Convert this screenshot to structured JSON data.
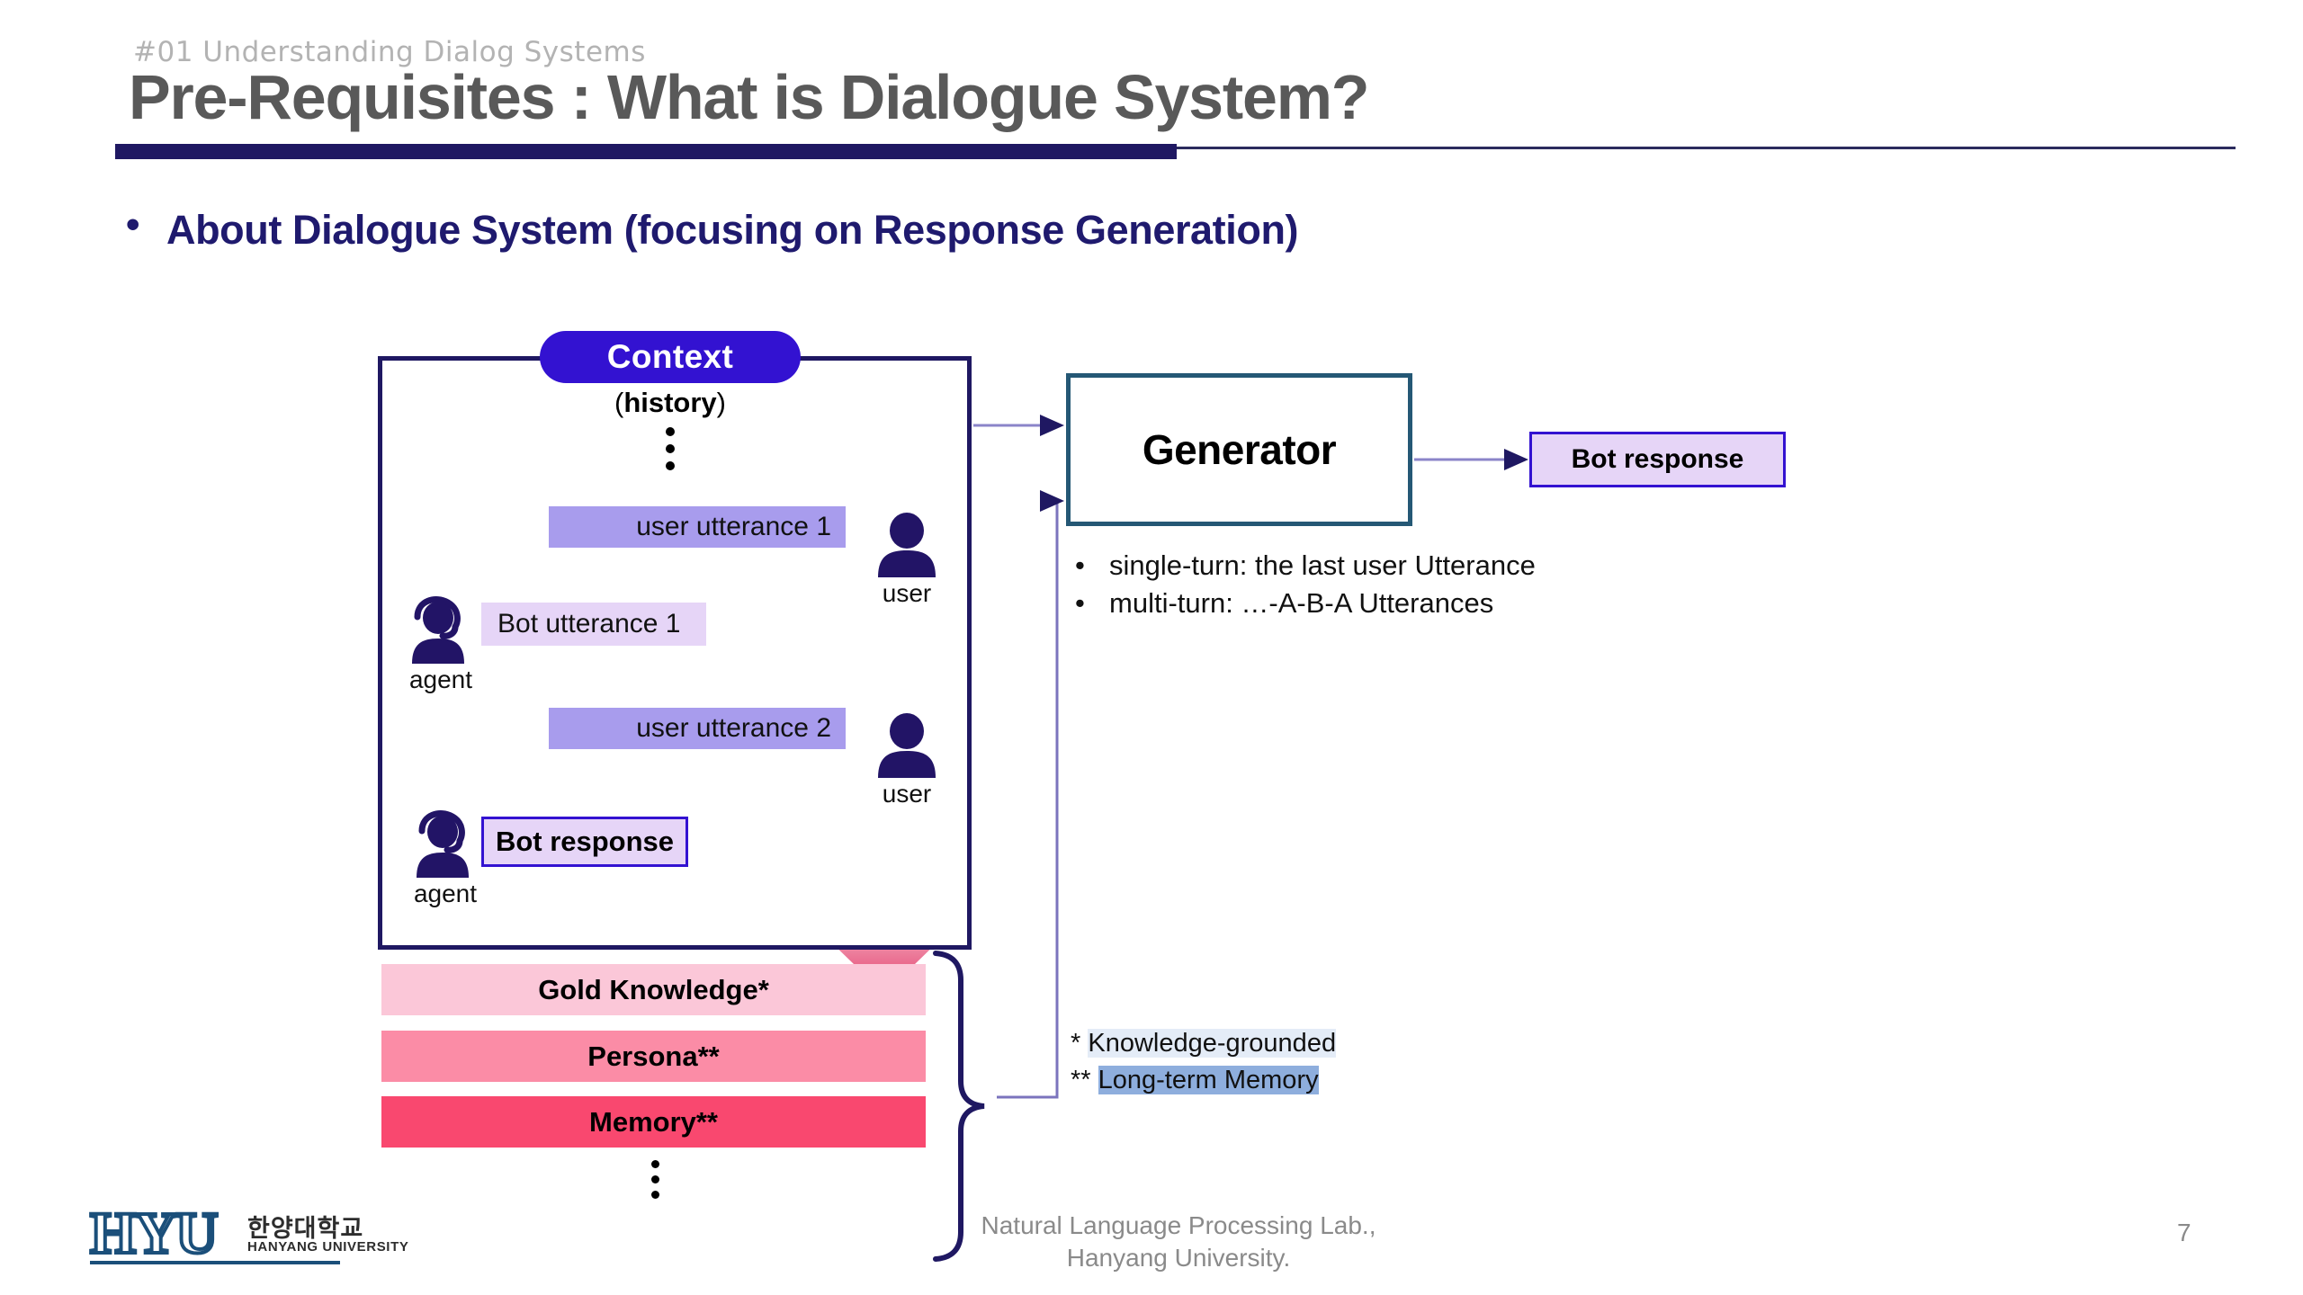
{
  "header": {
    "kicker": "#01 Understanding Dialog Systems",
    "title": "Pre-Requisites : What is Dialogue System?",
    "accent_navy": "#1f1862",
    "title_gray": "#595959"
  },
  "section": {
    "bullet_glyph": "•",
    "heading": "About Dialogue System (focusing on Response Generation)",
    "heading_color": "#1f1a6e"
  },
  "context": {
    "pill_label": "Context",
    "pill_color": "#3312d1",
    "subtitle_open": "(",
    "subtitle": "history",
    "subtitle_close": ")",
    "dots": [
      "•",
      "•",
      "•"
    ],
    "turns": [
      {
        "speaker": "user",
        "text": "user utterance 1",
        "bubble_color": "#a89ced"
      },
      {
        "speaker": "agent",
        "text": "Bot utterance 1",
        "bubble_color": "#e6d5f7"
      },
      {
        "speaker": "user",
        "text": "user utterance 2",
        "bubble_color": "#a89ced"
      },
      {
        "speaker": "agent",
        "text": "Bot response",
        "bubble_color": "#e6d5f7"
      }
    ],
    "user_caption": "user",
    "agent_caption": "agent",
    "avatar_color": "#221466"
  },
  "generator": {
    "label": "Generator",
    "border_color": "#255875",
    "output_label": "Bot response",
    "output_bg": "#e6d5f7",
    "output_border": "#3312d1",
    "notes": [
      {
        "dot": "•",
        "text": "single-turn: the last user Utterance"
      },
      {
        "dot": "•",
        "text": "multi-turn: …-A-B-A Utterances"
      }
    ]
  },
  "knowledge": {
    "bars": [
      {
        "label": "Gold Knowledge*",
        "color": "#fbc7d8"
      },
      {
        "label": "Persona**",
        "color": "#fb8ca6"
      },
      {
        "label": "Memory**",
        "color": "#f9486f"
      }
    ],
    "dots": [
      "•",
      "•",
      "•"
    ]
  },
  "footnotes": [
    {
      "marker": "*",
      "text": "Knowledge-grounded",
      "highlight": "#e4ecf7"
    },
    {
      "marker": "**",
      "text": "Long-term Memory",
      "highlight": "#8eaedd"
    }
  ],
  "footer": {
    "lab_line1": "Natural Language Processing Lab.,",
    "lab_line2": "Hanyang University.",
    "page_number": "7",
    "logo_mark": "HYU",
    "logo_kr": "한양대학교",
    "logo_en": "HANYANG UNIVERSITY"
  }
}
